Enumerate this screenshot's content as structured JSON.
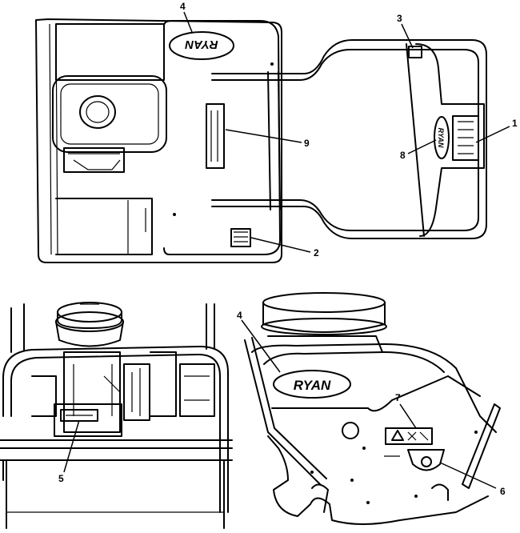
{
  "brand_logo_text": "RYAN",
  "callouts": [
    "1",
    "2",
    "3",
    "4",
    "5",
    "6",
    "7",
    "8",
    "9"
  ],
  "colors": {
    "ink": "#000000",
    "paper": "#ffffff"
  }
}
